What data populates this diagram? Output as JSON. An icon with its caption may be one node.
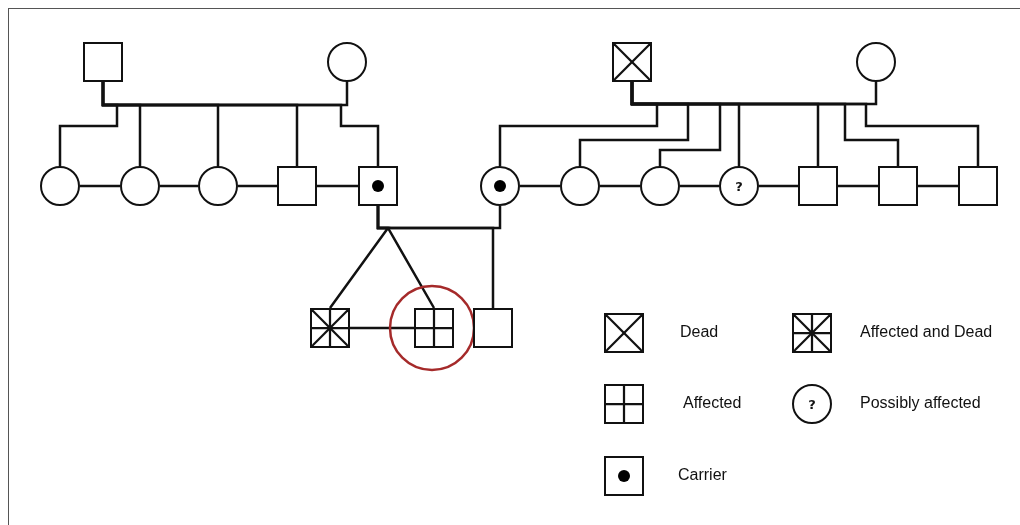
{
  "diagram": {
    "nodes": [
      {
        "text": [],
        "shape": "box"
      },
      {
        "text": [],
        "shape": "circle"
      },
      {
        "text": [],
        "shape": "box"
      },
      {
        "text": [],
        "shape": "circle"
      },
      {
        "text": [],
        "shape": "circle"
      },
      {
        "text": [],
        "shape": "circle"
      },
      {
        "text": [],
        "shape": "circle"
      },
      {
        "text": [],
        "shape": "box"
      },
      {
        "text": [],
        "shape": "box"
      },
      {
        "text": [],
        "shape": "circle"
      },
      {
        "text": [],
        "shape": "circle"
      },
      {
        "text": [],
        "shape": "circle"
      },
      {
        "text": [
          "?"
        ]
      },
      {
        "text": [],
        "shape": "box"
      },
      {
        "text": [],
        "shape": "box"
      },
      {
        "text": [],
        "shape": "box"
      },
      {
        "text": [],
        "shape": "box"
      },
      {
        "text": [],
        "shape": "box"
      },
      {
        "text": [],
        "shape": "box"
      }
    ],
    "edges": [
      {
        "from": 0,
        "to": 1,
        "arrow": "none"
      },
      {
        "from": 0,
        "to": 4,
        "arrow": "none"
      },
      {
        "from": 0,
        "to": 5,
        "arrow": "none"
      },
      {
        "from": 0,
        "to": 6,
        "arrow": "none"
      },
      {
        "from": 0,
        "to": 7,
        "arrow": "none"
      },
      {
        "from": 0,
        "to": 8,
        "arrow": "none"
      },
      {
        "from": 2,
        "to": 3,
        "arrow": "none"
      },
      {
        "from": 2,
        "to": 9,
        "arrow": "none"
      },
      {
        "from": 2,
        "to": 10,
        "arrow": "none"
      },
      {
        "from": 2,
        "to": 11,
        "arrow": "none"
      },
      {
        "from": 2,
        "to": 12,
        "arrow": "none"
      },
      {
        "from": 2,
        "to": 13,
        "arrow": "none"
      },
      {
        "from": 2,
        "to": 14,
        "arrow": "none"
      },
      {
        "from": 2,
        "to": 15,
        "arrow": "none"
      },
      {
        "from": 4,
        "to": 5,
        "arrow": "none"
      },
      {
        "from": 5,
        "to": 6,
        "arrow": "none"
      },
      {
        "from": 6,
        "to": 7,
        "arrow": "none"
      },
      {
        "from": 7,
        "to": 8,
        "arrow": "none"
      },
      {
        "from": 9,
        "to": 10,
        "arrow": "none"
      },
      {
        "from": 10,
        "to": 11,
        "arrow": "none"
      },
      {
        "from": 11,
        "to": 12,
        "arrow": "none"
      },
      {
        "from": 12,
        "to": 13,
        "arrow": "none"
      },
      {
        "from": 13,
        "to": 14,
        "arrow": "none"
      },
      {
        "from": 14,
        "to": 15,
        "arrow": "none"
      },
      {
        "from": 8,
        "to": 9,
        "arrow": "none"
      },
      {
        "from": 8,
        "to": 16,
        "arrow": "none"
      },
      {
        "from": 8,
        "to": 17,
        "arrow": "none"
      },
      {
        "from": 8,
        "to": 18,
        "arrow": "none"
      },
      {
        "from": 16,
        "to": 17,
        "arrow": "none"
      }
    ],
    "labels": [
      "?"
    ],
    "legend": [
      {
        "text": "Dead"
      },
      {
        "text": "Affected and Dead"
      },
      {
        "text": "Affected"
      },
      {
        "text": "Possibly affected"
      },
      {
        "text": "Carrier"
      }
    ]
  }
}
